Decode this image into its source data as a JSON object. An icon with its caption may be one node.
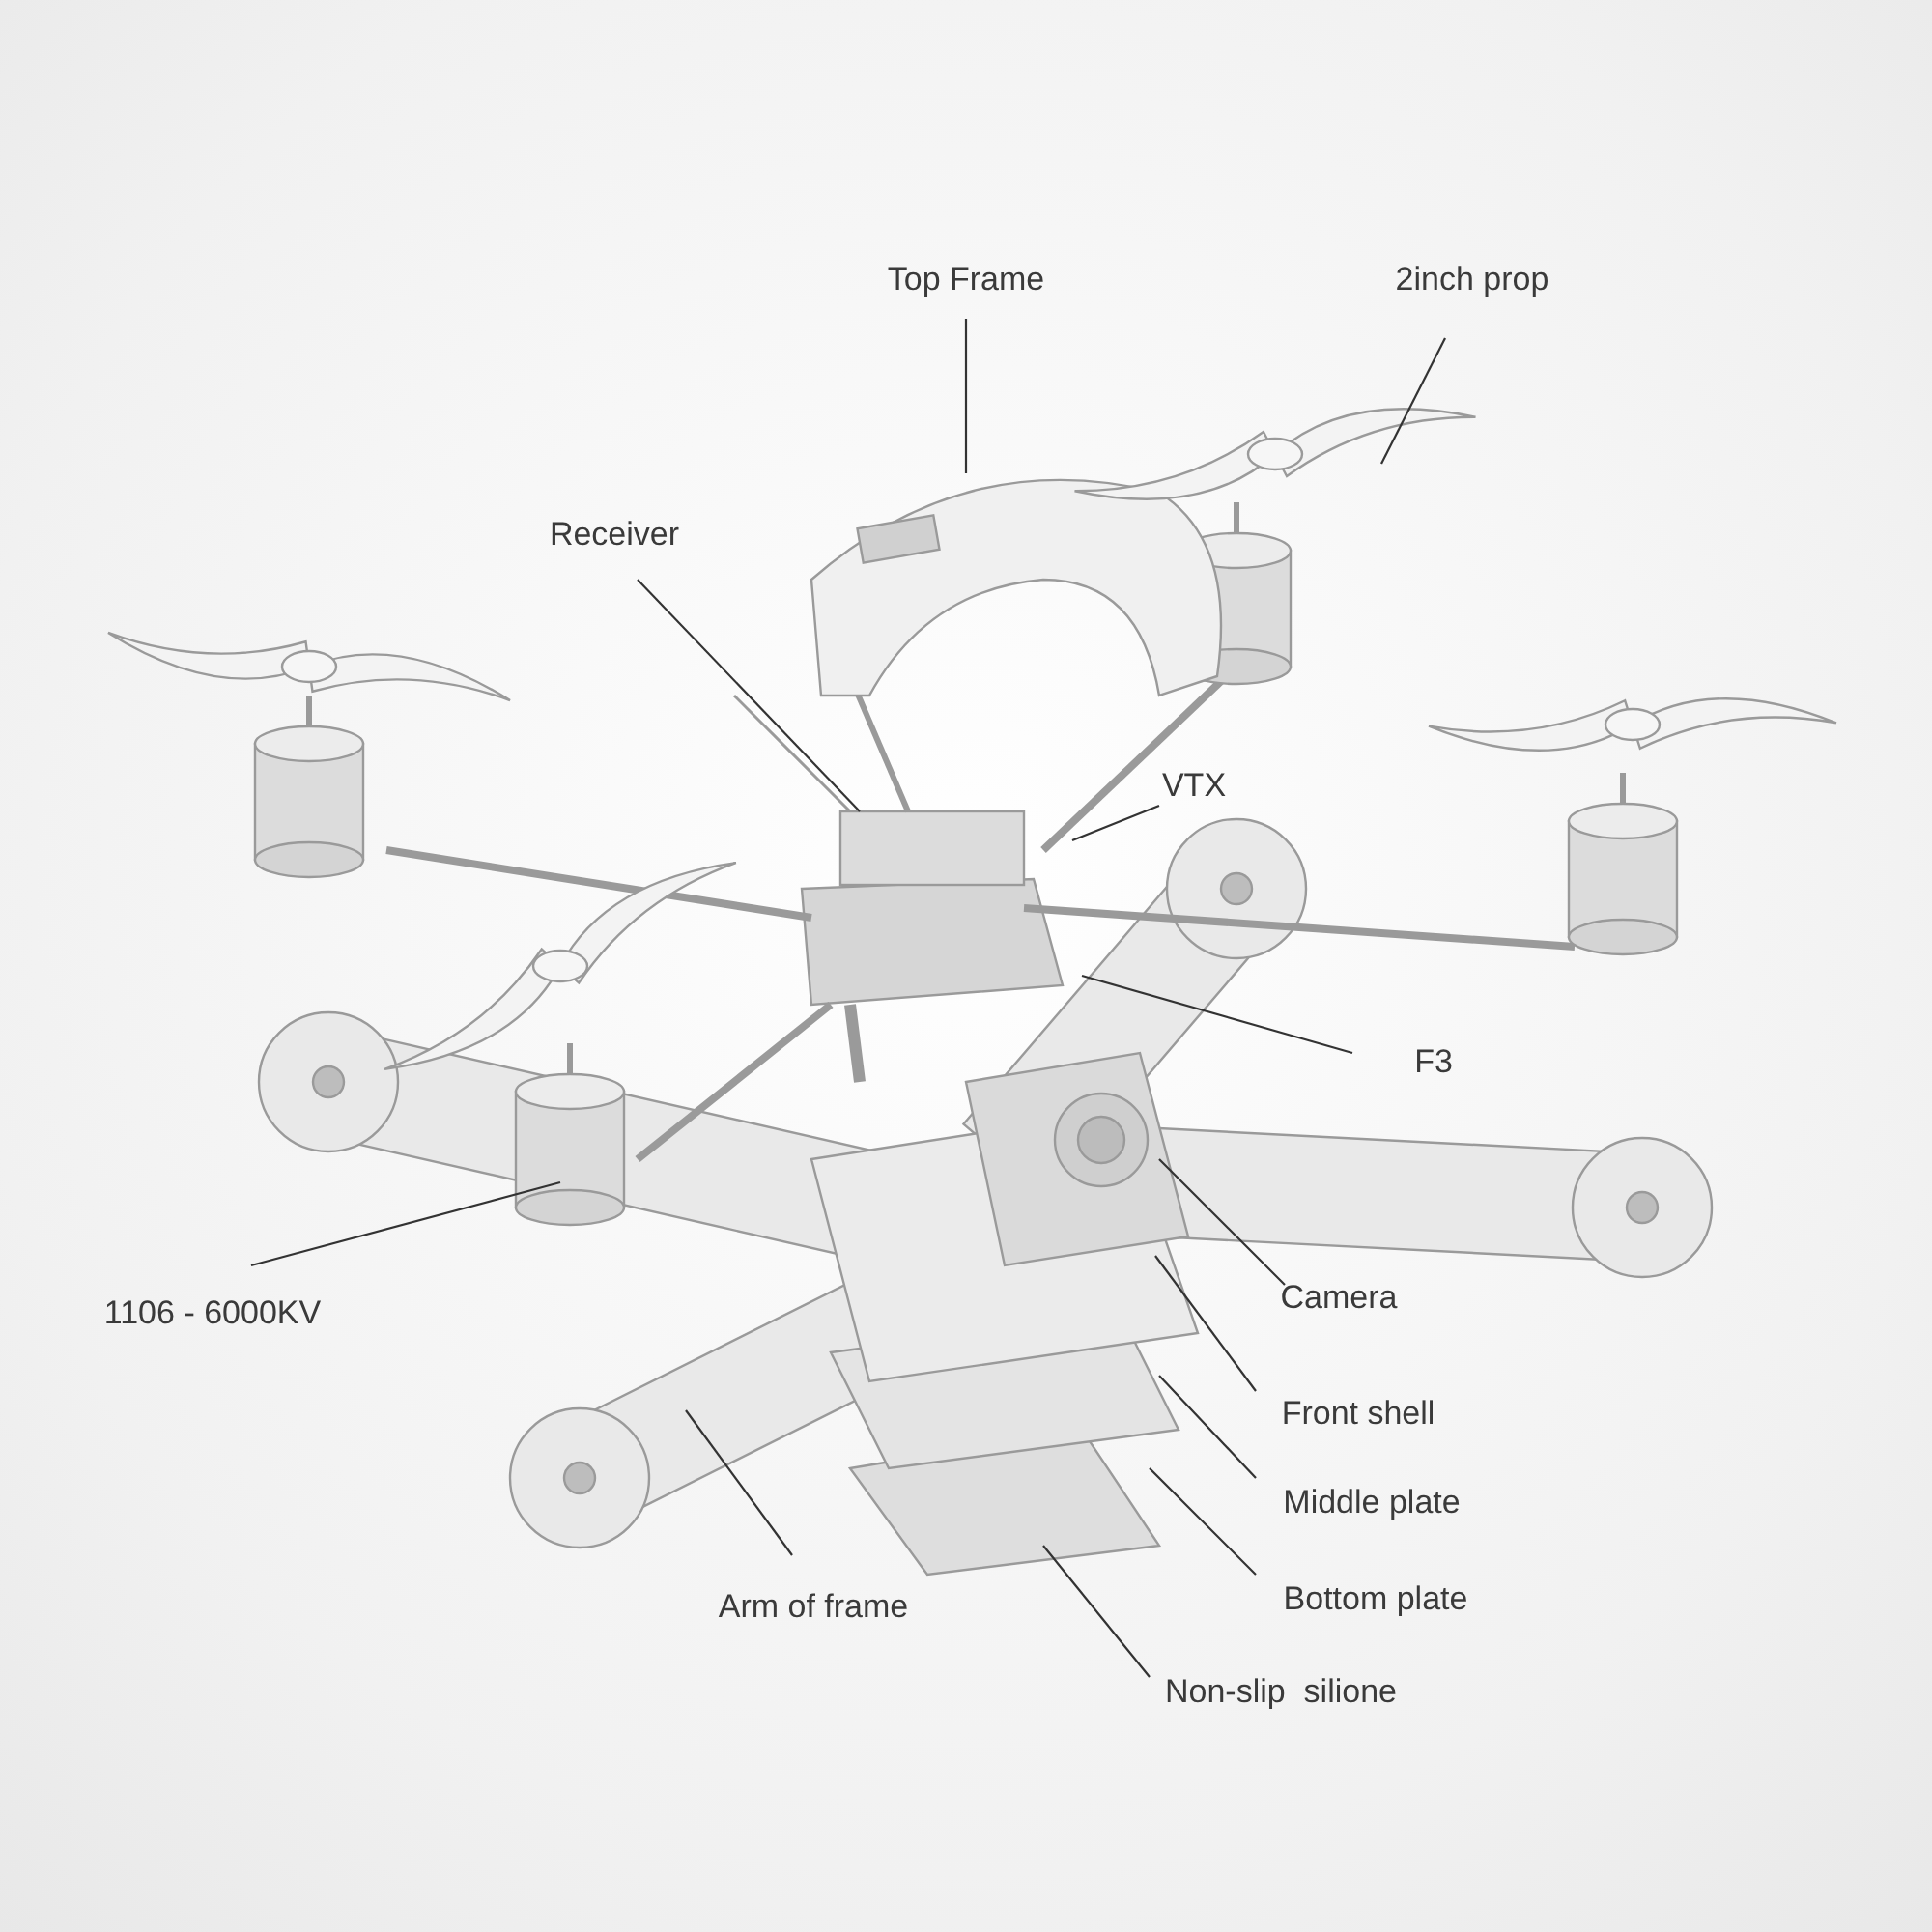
{
  "diagram": {
    "nodes": [
      {
        "text": [
          "Top Frame"
        ]
      },
      {
        "text": [
          "2inch prop"
        ]
      },
      {
        "text": [
          "Receiver"
        ]
      },
      {
        "text": [
          "VTX"
        ]
      },
      {
        "text": [
          "F3"
        ]
      },
      {
        "text": [
          "1106 - 6000KV"
        ]
      },
      {
        "text": [
          "Camera"
        ]
      },
      {
        "text": [
          "Front shell"
        ]
      },
      {
        "text": [
          "Middle plate"
        ]
      },
      {
        "text": [
          "Bottom plate"
        ]
      },
      {
        "text": [
          "Arm of frame"
        ]
      },
      {
        "text": [
          "Non-slip  silione"
        ]
      }
    ],
    "edges": [
      {
        "from": 0,
        "to": null,
        "arrow": "none"
      },
      {
        "from": 1,
        "to": null,
        "arrow": "none"
      },
      {
        "from": 2,
        "to": null,
        "arrow": "none"
      },
      {
        "from": 3,
        "to": null,
        "arrow": "none"
      },
      {
        "from": 4,
        "to": null,
        "arrow": "none"
      },
      {
        "from": 5,
        "to": null,
        "arrow": "none"
      },
      {
        "from": 6,
        "to": null,
        "arrow": "none"
      },
      {
        "from": 7,
        "to": null,
        "arrow": "none"
      },
      {
        "from": 8,
        "to": null,
        "arrow": "none"
      },
      {
        "from": 9,
        "to": null,
        "arrow": "none"
      },
      {
        "from": 10,
        "to": null,
        "arrow": "none"
      },
      {
        "from": 11,
        "to": null,
        "arrow": "none"
      }
    ]
  }
}
